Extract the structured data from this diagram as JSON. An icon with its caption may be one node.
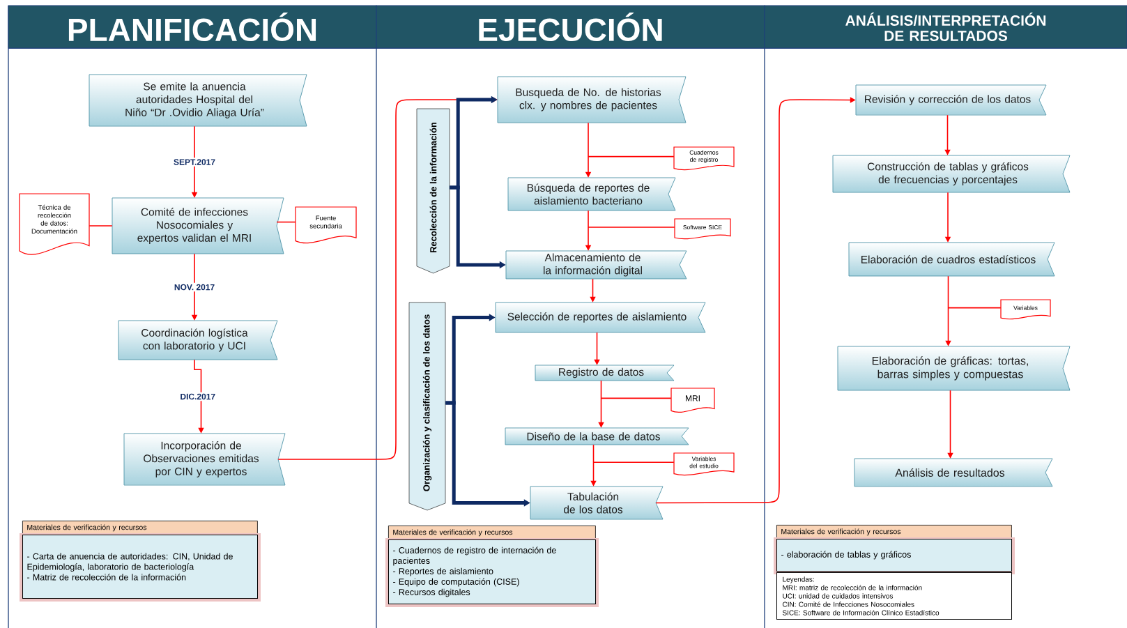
{
  "diagram": {
    "nodes": [
      {
        "text": [
          "PLANIFICACIÓN"
        ]
      },
      {
        "text": [
          "EJECUCIÓN"
        ]
      },
      {
        "text": [
          "ANÁLISIS/INTERPRETACIÓN DE RESULTADOS"
        ]
      },
      {
        "text": [
          "Se emite la anuencia autoridades Hospital del Niño “Dr .Ovidio Aliaga Uría”"
        ]
      },
      {
        "text": [
          "Técnica de recolección de datos: Documentación"
        ]
      },
      {
        "text": [
          "Comité de infecciones Nosocomiales y expertos validan el MRI"
        ]
      },
      {
        "text": [
          "Fuente secundaria"
        ]
      },
      {
        "text": [
          "Coordinación logística con laboratorio y UCI"
        ]
      },
      {
        "text": [
          "Incorporación de Observaciones emitidas por CIN y expertos"
        ]
      },
      {
        "text": [
          "Materiales de verificación y recursos",
          "- Carta de anuencia de autoridades: CIN, Unidad de Epidemiología, laboratorio de bacteriología",
          "- Matriz de recolección de la información"
        ]
      },
      {
        "text": [
          "Recolección de la información"
        ]
      },
      {
        "text": [
          "Busqueda de No. de historias clx. y nombres de pacientes"
        ]
      },
      {
        "text": [
          "Cuadernos de registro"
        ]
      },
      {
        "text": [
          "Búsqueda de reportes de aislamiento bacteriano"
        ]
      },
      {
        "text": [
          "Software SICE"
        ]
      },
      {
        "text": [
          "Almacenamiento de la información digital"
        ]
      },
      {
        "text": [
          "Organización y clasificación de los datos"
        ]
      },
      {
        "text": [
          "Selección de reportes de aislamiento"
        ]
      },
      {
        "text": [
          "Registro de datos"
        ]
      },
      {
        "text": [
          "MRI"
        ]
      },
      {
        "text": [
          "Diseño de la base de datos"
        ]
      },
      {
        "text": [
          "Variables del estudio"
        ]
      },
      {
        "text": [
          "Tabulación de los datos"
        ]
      },
      {
        "text": [
          "Materiales de verificación y recursos",
          "- Cuadernos de registro de internación de pacientes",
          "- Reportes de aislamiento",
          "- Equipo de computación (CISE)",
          "- Recursos digitales"
        ]
      },
      {
        "text": [
          "Revisión y corrección de los datos"
        ]
      },
      {
        "text": [
          "Construcción de tablas y gráficos de frecuencias y porcentajes"
        ]
      },
      {
        "text": [
          "Elaboración de cuadros estadísticos"
        ]
      },
      {
        "text": [
          "Variables"
        ]
      },
      {
        "text": [
          "Elaboración de gráficas: tortas, barras simples y compuestas"
        ]
      },
      {
        "text": [
          "Análisis de resultados"
        ]
      },
      {
        "text": [
          "Materiales de verificación y recursos",
          "- elaboración de tablas y gráficos"
        ]
      },
      {
        "text": [
          "Leyendas:",
          "MRI: matriz de recolección de la información",
          "UCI: unidad de cuidados intensivos",
          "CIN: Comité de Infecciones Nosocomiales",
          "SICE: Software de Información Clínico Estadístico"
        ]
      }
    ],
    "edges": [
      {
        "from": 3,
        "to": 5,
        "arrow": "to",
        "label": "SEPT.2017"
      },
      {
        "from": 4,
        "to": 5,
        "arrow": "none"
      },
      {
        "from": 6,
        "to": 5,
        "arrow": "none"
      },
      {
        "from": 5,
        "to": 7,
        "arrow": "to",
        "label": "NOV. 2017"
      },
      {
        "from": 7,
        "to": 8,
        "arrow": "to",
        "label": "DIC.2017"
      },
      {
        "from": 8,
        "to": 11,
        "arrow": "to"
      },
      {
        "from": 10,
        "to": 11,
        "arrow": "to",
        "style": "thick",
        "color": "#0e2a63"
      },
      {
        "from": 10,
        "to": 15,
        "arrow": "to",
        "style": "thick",
        "color": "#0e2a63"
      },
      {
        "from": 11,
        "to": 13,
        "arrow": "to"
      },
      {
        "from": 12,
        "to": null,
        "arrow": "none"
      },
      {
        "from": 13,
        "to": 15,
        "arrow": "to"
      },
      {
        "from": 14,
        "to": null,
        "arrow": "none"
      },
      {
        "from": 15,
        "to": 17,
        "arrow": "to"
      },
      {
        "from": 16,
        "to": 17,
        "arrow": "to",
        "style": "thick",
        "color": "#0e2a63"
      },
      {
        "from": 16,
        "to": 22,
        "arrow": "to",
        "style": "thick",
        "color": "#0e2a63"
      },
      {
        "from": 17,
        "to": 18,
        "arrow": "to"
      },
      {
        "from": 18,
        "to": 20,
        "arrow": "to"
      },
      {
        "from": 19,
        "to": null,
        "arrow": "none"
      },
      {
        "from": 20,
        "to": 22,
        "arrow": "to"
      },
      {
        "from": 21,
        "to": null,
        "arrow": "none"
      },
      {
        "from": 22,
        "to": 24,
        "arrow": "to"
      },
      {
        "from": 24,
        "to": 25,
        "arrow": "to"
      },
      {
        "from": 25,
        "to": 26,
        "arrow": "to"
      },
      {
        "from": 26,
        "to": 28,
        "arrow": "to"
      },
      {
        "from": 27,
        "to": null,
        "arrow": "none"
      },
      {
        "from": 28,
        "to": 29,
        "arrow": "to"
      }
    ]
  }
}
